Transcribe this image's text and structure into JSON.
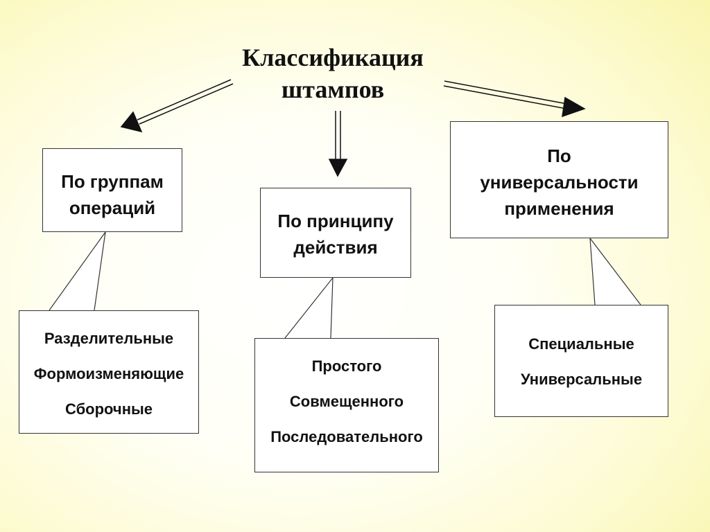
{
  "title": {
    "line1": "Классификация",
    "line2": "штампов"
  },
  "categories": [
    {
      "lines": [
        "По группам",
        "операций"
      ],
      "items": [
        "Разделительные",
        "Формоизменяющие",
        "Сборочные"
      ]
    },
    {
      "lines": [
        "По принципу",
        "действия"
      ],
      "items": [
        "Простого",
        "Совмещенного",
        "Последовательного"
      ]
    },
    {
      "lines": [
        "По",
        "универсальности",
        "применения"
      ],
      "items": [
        "Специальные",
        "Универсальные"
      ]
    }
  ],
  "colors": {
    "background_center": "#ffffff",
    "background_edge": "#f7f39f",
    "box_fill": "#ffffff",
    "line": "#333333",
    "text": "#111111"
  }
}
